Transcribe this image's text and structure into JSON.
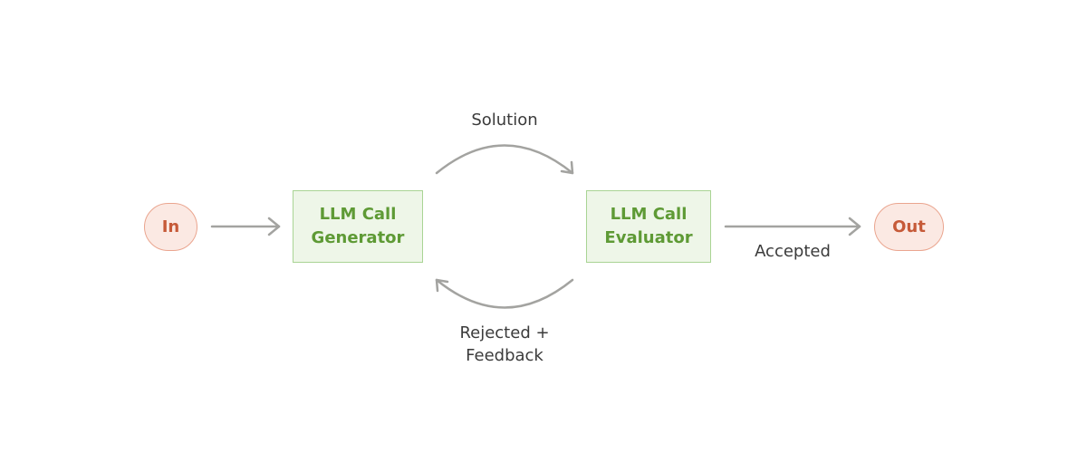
{
  "nodes": {
    "input": "In",
    "output": "Out",
    "generator": {
      "line1": "LLM Call",
      "line2": "Generator"
    },
    "evaluator": {
      "line1": "LLM Call",
      "line2": "Evaluator"
    }
  },
  "edges": {
    "solution": "Solution",
    "rejected": {
      "line1": "Rejected +",
      "line2": "Feedback"
    },
    "accepted": "Accepted"
  },
  "colors": {
    "terminal_fill": "#fbe9e3",
    "terminal_border": "#eaa58f",
    "terminal_text": "#c65a38",
    "llm_fill": "#eef6e8",
    "llm_border": "#a9d494",
    "llm_text": "#5e9a35",
    "arrow": "#a3a3a0",
    "label_text": "#3b3b3b"
  }
}
